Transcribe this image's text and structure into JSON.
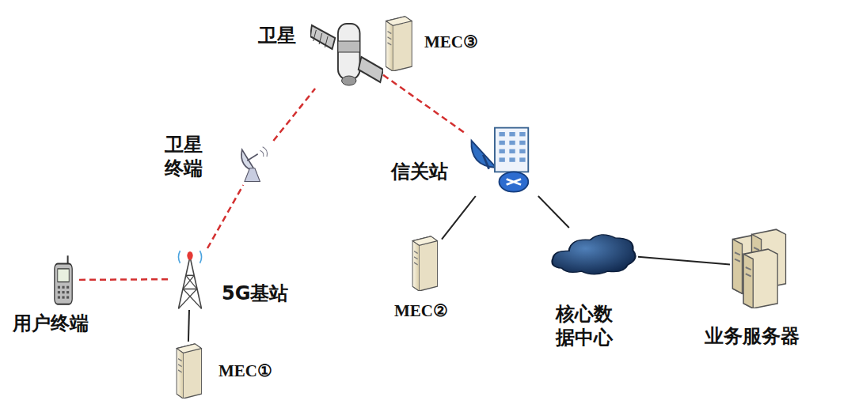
{
  "diagram": {
    "nodes": [
      {
        "text": [
          "卫星"
        ]
      },
      {
        "text": [
          "MEC③"
        ]
      },
      {
        "text": [
          "卫星 终端"
        ]
      },
      {
        "text": [
          "信关站"
        ]
      },
      {
        "text": [
          "用户终端"
        ]
      },
      {
        "text": [
          "5G基站"
        ]
      },
      {
        "text": [
          "MEC①"
        ]
      },
      {
        "text": [
          "MEC②"
        ]
      },
      {
        "text": [
          "核心数 据中心"
        ]
      },
      {
        "text": [
          "业务服务器"
        ]
      }
    ],
    "edges": [
      {
        "from": 4,
        "to": 5,
        "arrow": "none"
      },
      {
        "from": 5,
        "to": 2,
        "arrow": "none"
      },
      {
        "from": 2,
        "to": 0,
        "arrow": "none"
      },
      {
        "from": 0,
        "to": 3,
        "arrow": "none"
      },
      {
        "from": 5,
        "to": 6,
        "arrow": "none"
      },
      {
        "from": 3,
        "to": 7,
        "arrow": "none"
      },
      {
        "from": 3,
        "to": 8,
        "arrow": "none"
      },
      {
        "from": 8,
        "to": 9,
        "arrow": "none"
      }
    ]
  }
}
